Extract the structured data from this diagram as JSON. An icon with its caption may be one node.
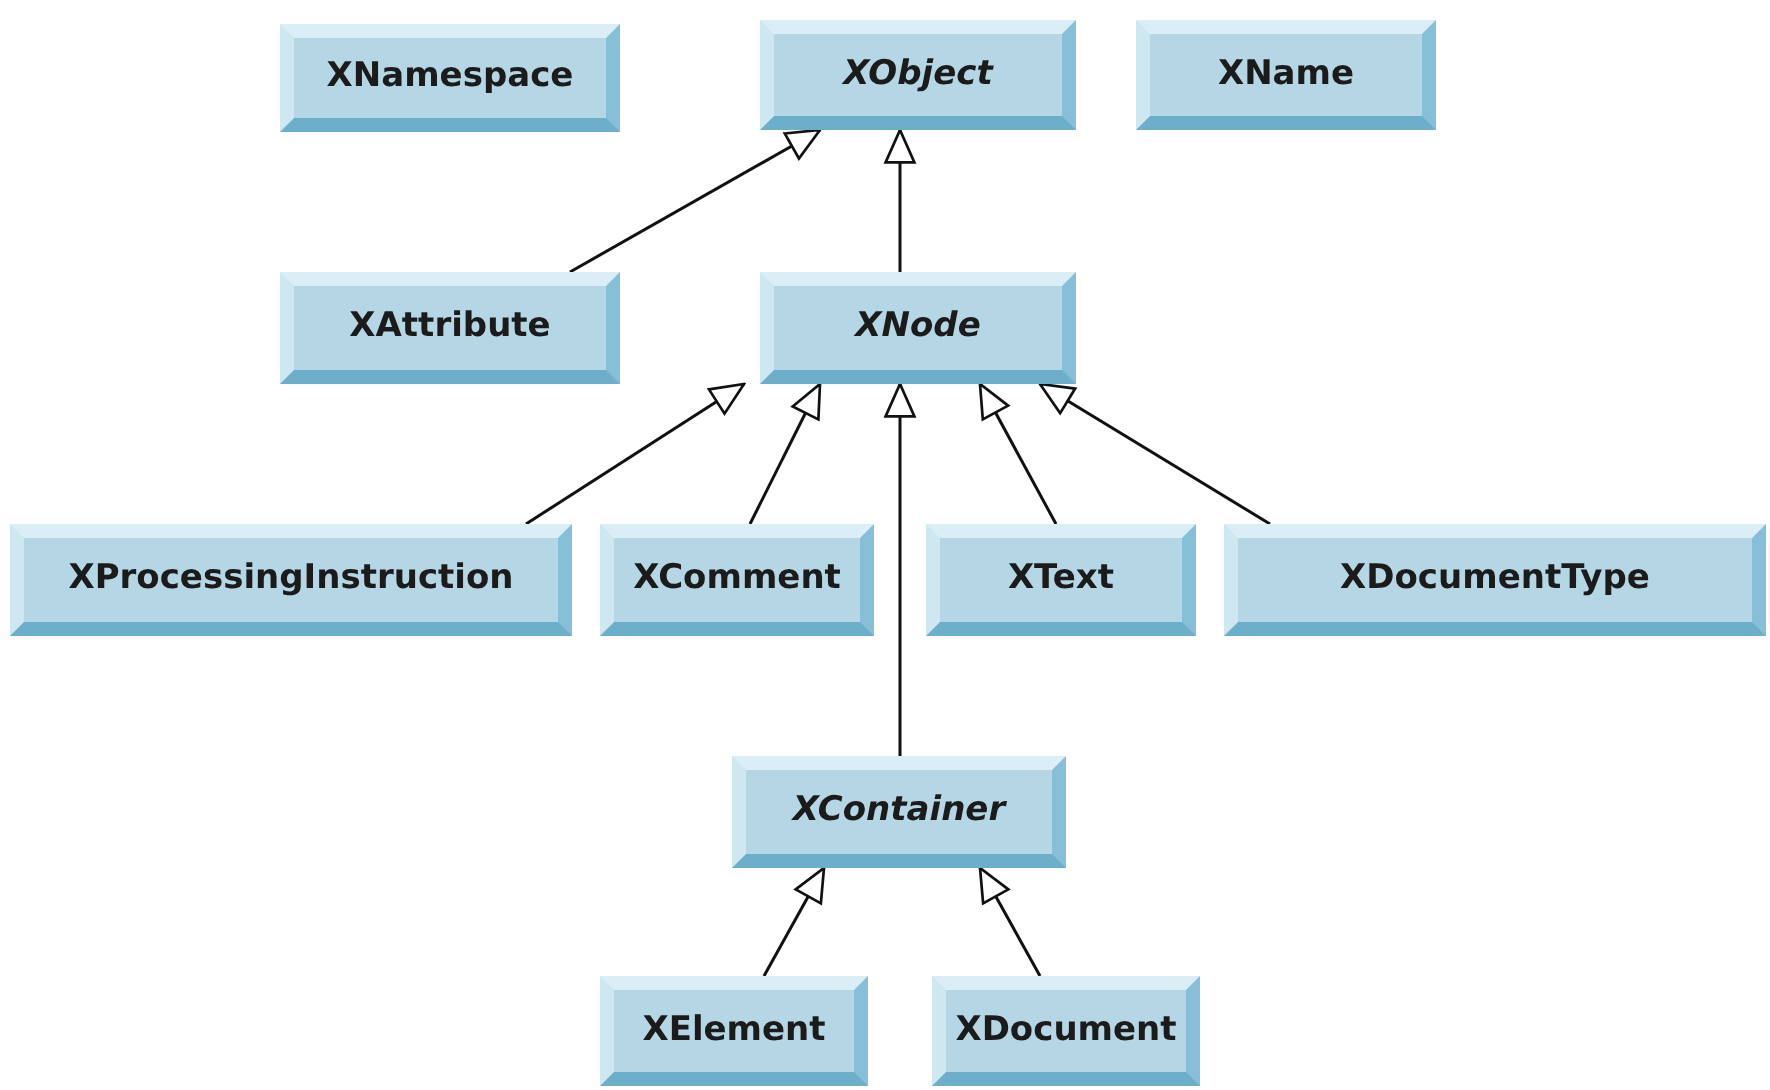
{
  "diagram": {
    "nodes": [
      {
        "text": [
          "XNamespace"
        ]
      },
      {
        "text": [
          "XObject"
        ]
      },
      {
        "text": [
          "XName"
        ]
      },
      {
        "text": [
          "XAttribute"
        ]
      },
      {
        "text": [
          "XNode"
        ]
      },
      {
        "text": [
          "XProcessingInstruction"
        ]
      },
      {
        "text": [
          "XComment"
        ]
      },
      {
        "text": [
          "XText"
        ]
      },
      {
        "text": [
          "XDocumentType"
        ]
      },
      {
        "text": [
          "XContainer"
        ]
      },
      {
        "text": [
          "XElement"
        ]
      },
      {
        "text": [
          "XDocument"
        ]
      }
    ],
    "edges": [
      {
        "from": 3,
        "to": 1,
        "arrow": "to"
      },
      {
        "from": 4,
        "to": 1,
        "arrow": "to"
      },
      {
        "from": 5,
        "to": 4,
        "arrow": "to"
      },
      {
        "from": 6,
        "to": 4,
        "arrow": "to"
      },
      {
        "from": 9,
        "to": 4,
        "arrow": "to"
      },
      {
        "from": 7,
        "to": 4,
        "arrow": "to"
      },
      {
        "from": 8,
        "to": 4,
        "arrow": "to"
      },
      {
        "from": 10,
        "to": 9,
        "arrow": "to"
      },
      {
        "from": 11,
        "to": 9,
        "arrow": "to"
      }
    ]
  }
}
